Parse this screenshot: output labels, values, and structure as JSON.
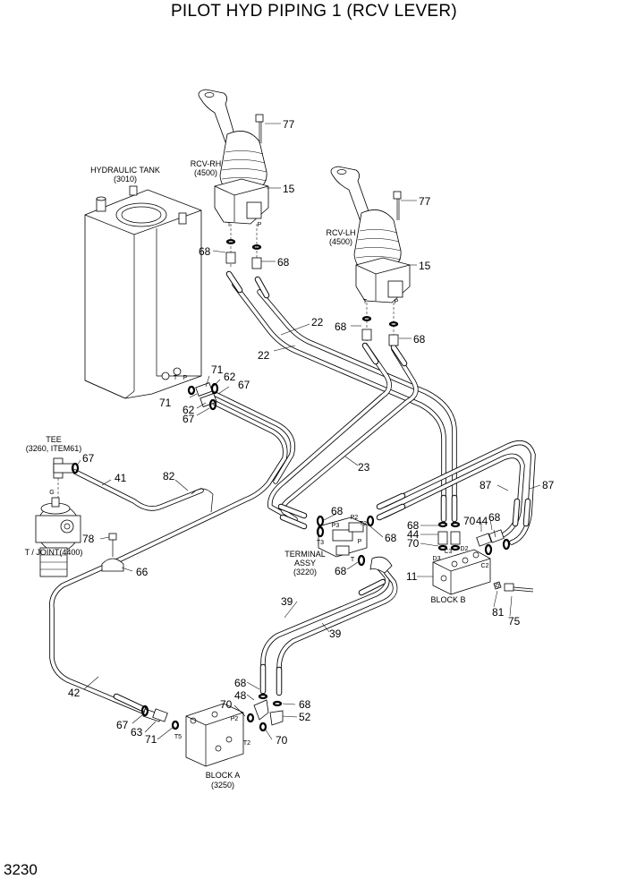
{
  "title": "PILOT HYD PIPING 1 (RCV LEVER)",
  "page_number": "3230",
  "components": {
    "hydraulic_tank": [
      "HYDRAULIC TANK",
      "(3010)"
    ],
    "rcv_rh": [
      "RCV-RH",
      "(4500)"
    ],
    "rcv_lh": [
      "RCV-LH",
      "(4500)"
    ],
    "tee": [
      "TEE",
      "(3260, ITEM61)"
    ],
    "t_joint": [
      "T / JOINT(4400)"
    ],
    "terminal_assy": [
      "TERMINAL",
      "ASSY",
      "(3220)"
    ],
    "block_b": [
      "BLOCK B"
    ],
    "block_a": [
      "BLOCK A",
      "(3250)"
    ]
  },
  "callouts": [
    "77",
    "15",
    "68",
    "68",
    "77",
    "15",
    "68",
    "68",
    "22",
    "22",
    "71",
    "62",
    "67",
    "71",
    "62",
    "67",
    "67",
    "41",
    "82",
    "23",
    "78",
    "66",
    "68",
    "68",
    "68",
    "87",
    "87",
    "68",
    "44",
    "70",
    "70",
    "44",
    "68",
    "11",
    "81",
    "75",
    "39",
    "39",
    "42",
    "68",
    "48",
    "70",
    "68",
    "52",
    "70",
    "67",
    "63",
    "71"
  ],
  "port_labels": [
    "T",
    "P",
    "T",
    "P",
    "T",
    "P",
    "P3",
    "T3",
    "P2",
    "T2",
    "P",
    "T",
    "D3",
    "C3",
    "D2",
    "C2",
    "P2",
    "T2",
    "T5",
    "G"
  ]
}
